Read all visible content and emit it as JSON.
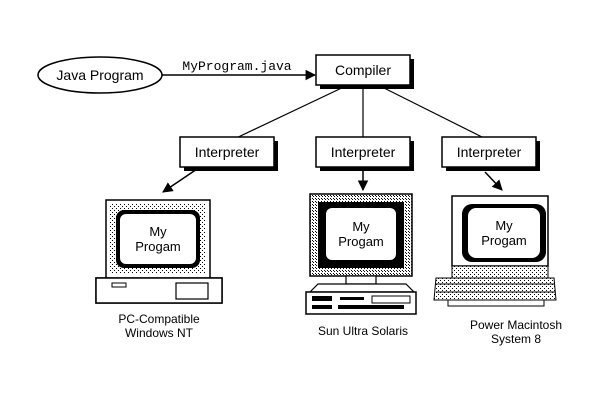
{
  "diagram": {
    "source_node": "Java Program",
    "file_label": "MyProgram.java",
    "compiler": "Compiler",
    "interpreters": [
      "Interpreter",
      "Interpreter",
      "Interpreter"
    ],
    "screen_text": {
      "line1": "My",
      "line2": "Progam"
    },
    "platforms": [
      {
        "line1": "PC-Compatible",
        "line2": "Windows NT"
      },
      {
        "line1": "Sun Ultra Solaris",
        "line2": ""
      },
      {
        "line1": "Power Macintosh",
        "line2": "System 8"
      }
    ]
  }
}
